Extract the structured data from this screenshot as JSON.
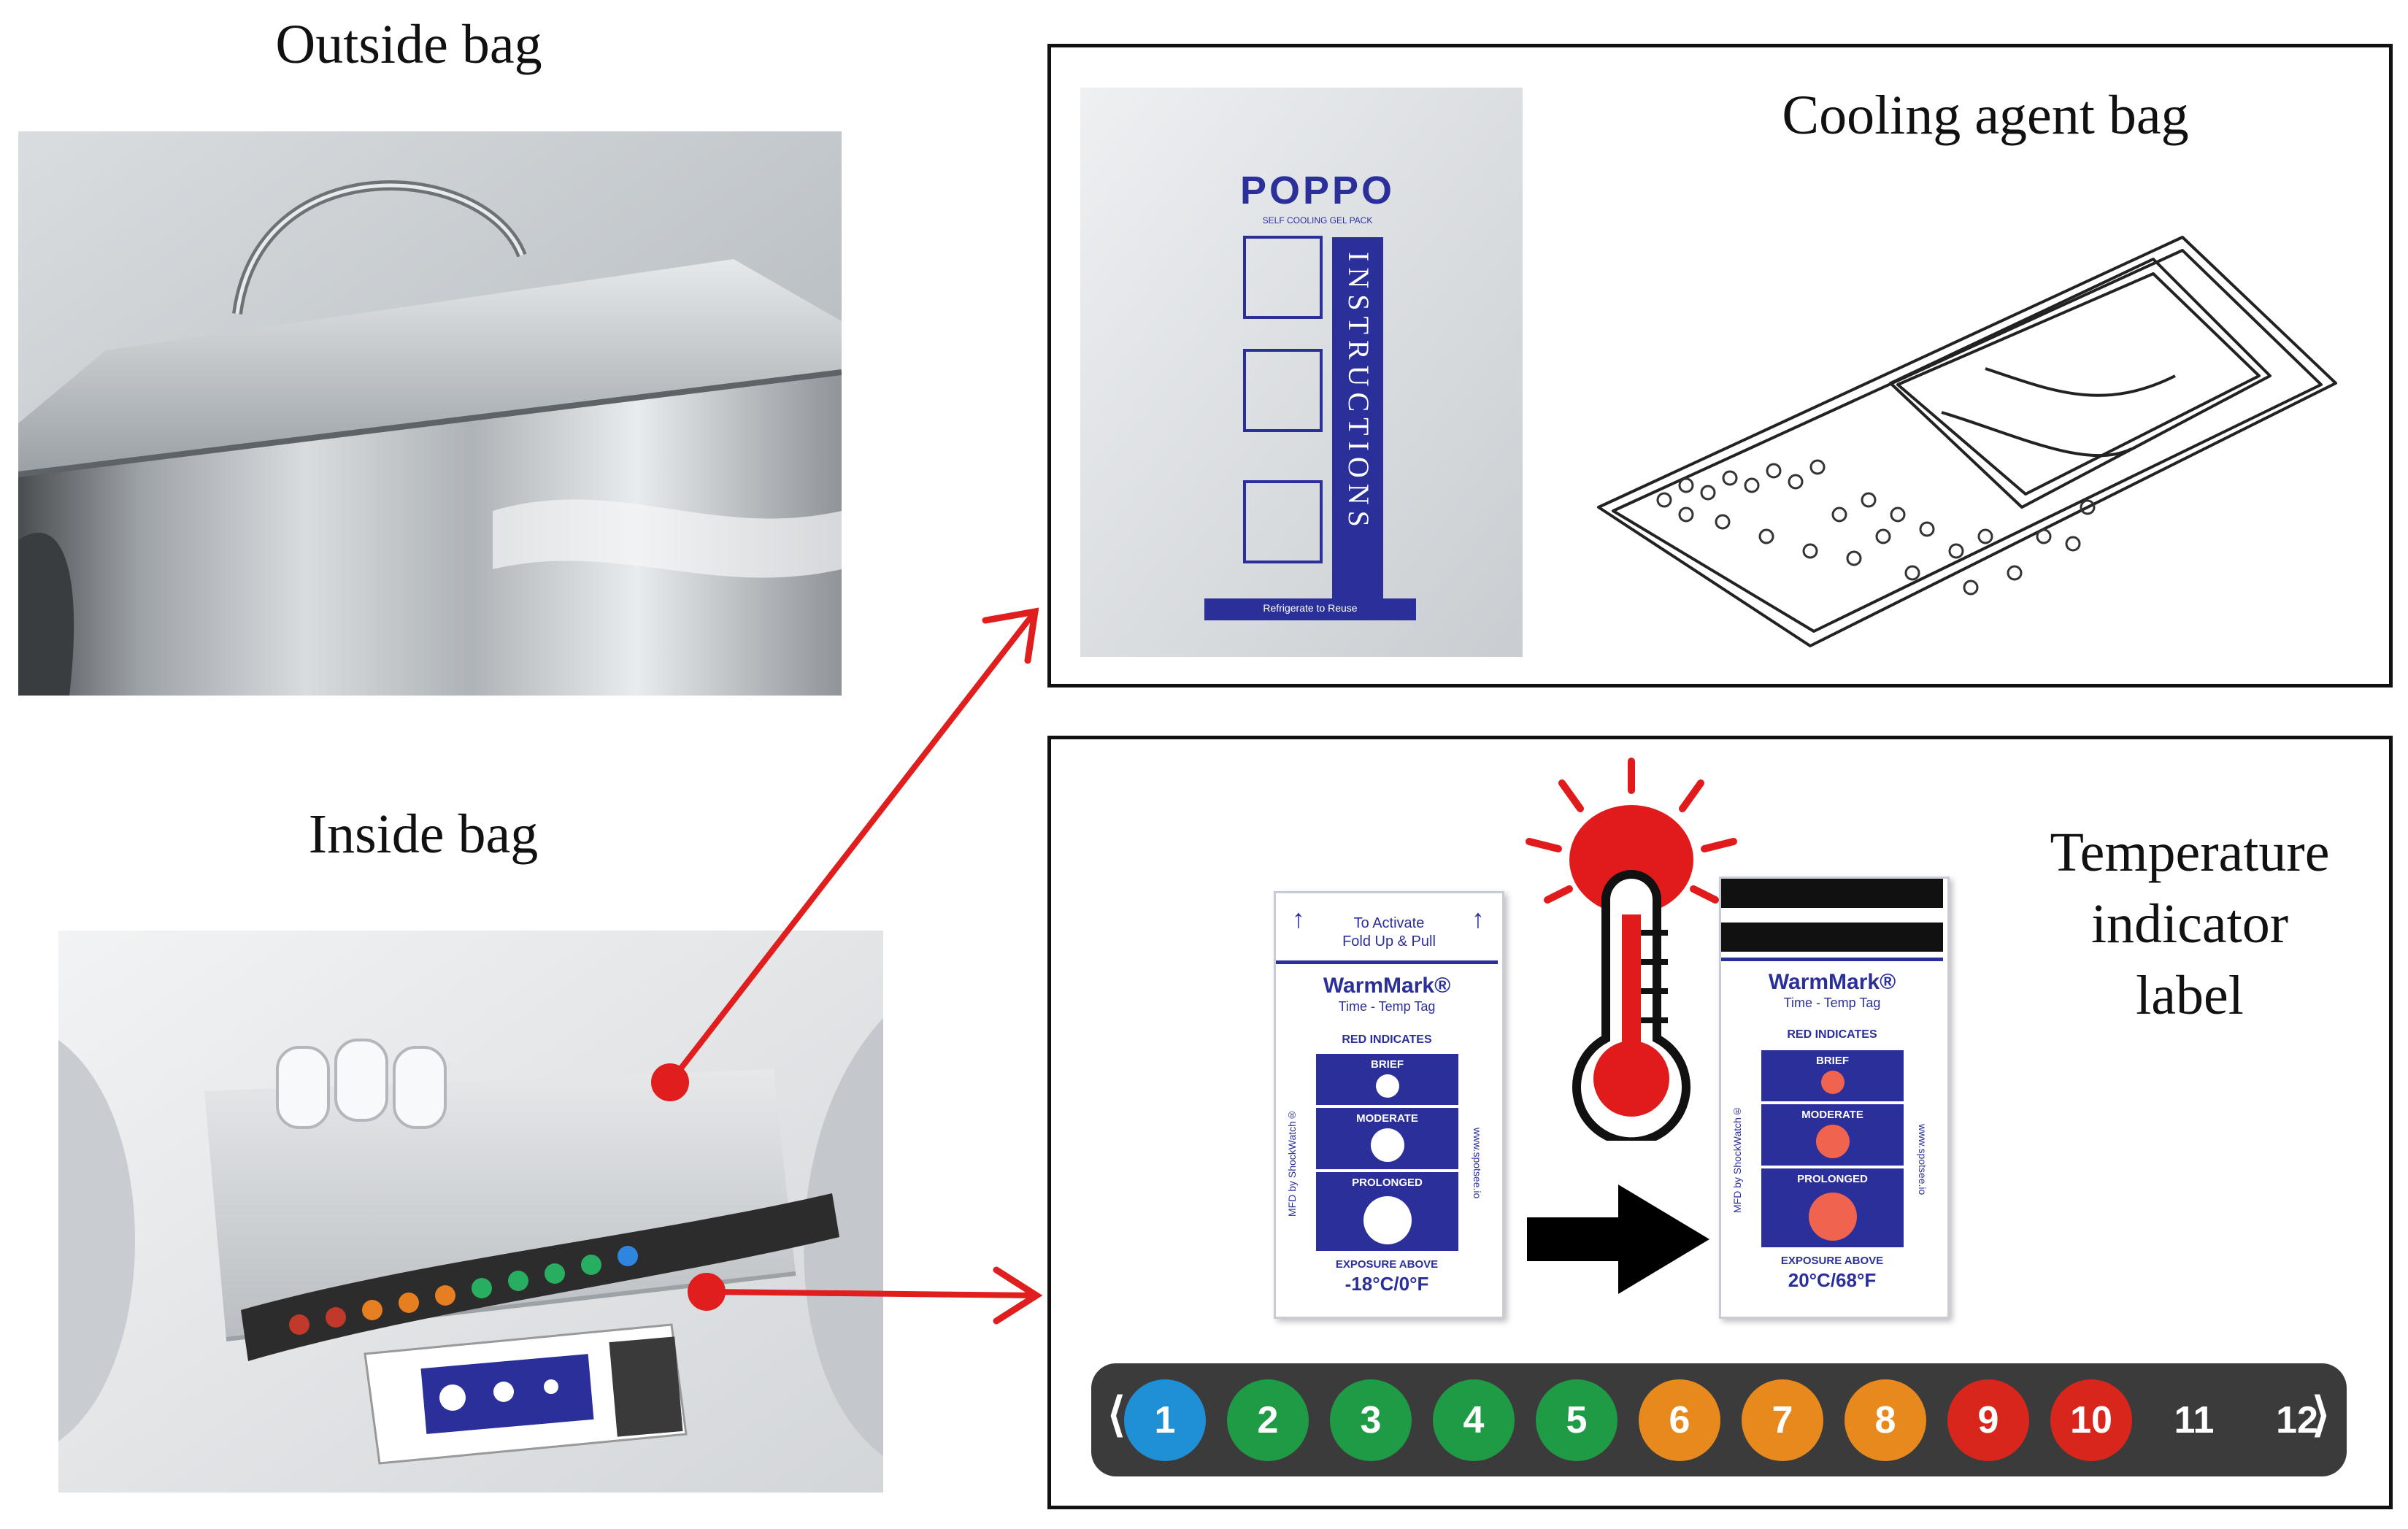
{
  "captions": {
    "outside_bag": "Outside bag",
    "inside_bag": "Inside bag",
    "cooling_agent_bag": "Cooling agent bag",
    "temperature_indicator_label": [
      "Temperature",
      "indicator",
      "label"
    ]
  },
  "cooling_pack": {
    "brand": "POPPO",
    "subtitle": "SELF COOLING GEL PACK",
    "instructions": "INSTRUCTIONS",
    "footer": "Refrigerate to Reuse"
  },
  "warmmark_before": {
    "activate": [
      "To Activate",
      "Fold Up & Pull"
    ],
    "brand": "WarmMark®",
    "tagline": "Time - Temp Tag",
    "red_indicates": "RED INDICATES",
    "levels": [
      "BRIEF",
      "MODERATE",
      "PROLONGED"
    ],
    "exposure_label": "EXPOSURE ABOVE",
    "exposure_value": "-18°C/0°F",
    "side_left": "MFD by ShockWatch®",
    "side_right": "www.spotsee.io"
  },
  "warmmark_after": {
    "brand": "WarmMark®",
    "tagline": "Time - Temp Tag",
    "red_indicates": "RED INDICATES",
    "levels": [
      "BRIEF",
      "MODERATE",
      "PROLONGED"
    ],
    "exposure_label": "EXPOSURE ABOVE",
    "exposure_value": "20°C/68°F",
    "side_left": "MFD by ShockWatch®",
    "side_right": "www.spotsee.io"
  },
  "indicator_strip": {
    "chips": [
      {
        "label": "1",
        "color": "#1f8fd6"
      },
      {
        "label": "2",
        "color": "#1f9a45"
      },
      {
        "label": "3",
        "color": "#1f9a45"
      },
      {
        "label": "4",
        "color": "#1f9a45"
      },
      {
        "label": "5",
        "color": "#1f9a45"
      },
      {
        "label": "6",
        "color": "#e8891e"
      },
      {
        "label": "7",
        "color": "#e8891e"
      },
      {
        "label": "8",
        "color": "#e8891e"
      },
      {
        "label": "9",
        "color": "#d9261c"
      },
      {
        "label": "10",
        "color": "#d9261c"
      },
      {
        "label": "11",
        "color": ""
      },
      {
        "label": "12",
        "color": ""
      }
    ],
    "left_bracket": "⟨",
    "right_bracket": "⟩"
  },
  "colors": {
    "arrow": "#e01e1e",
    "strip_bg": "#3b3b3b",
    "label_blue": "#2b2f9a",
    "thermo_red": "#e11b1b"
  }
}
